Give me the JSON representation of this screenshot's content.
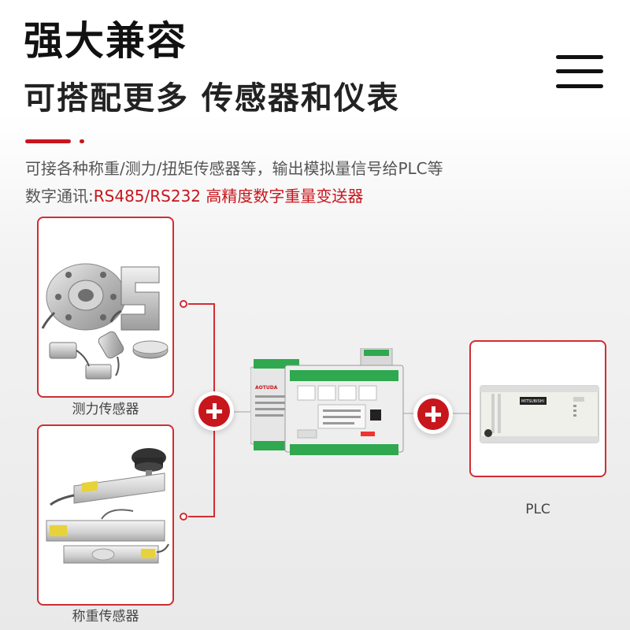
{
  "header": {
    "title": "强大兼容",
    "subtitle": "可搭配更多 传感器和仪表"
  },
  "description": {
    "line1": "可接各种称重/测力/扭矩传感器等，输出模拟量信号给PLC等",
    "line2_prefix": "数字通讯:",
    "line2_highlight": "RS485/RS232 高精度数字重量变送器"
  },
  "cards": {
    "force_sensor": {
      "caption": "测力传感器"
    },
    "weighing_sensor": {
      "caption": "称重传感器"
    },
    "plc": {
      "caption": "PLC",
      "brand": "MITSUBISHI"
    }
  },
  "device": {
    "brand": "AOTUDA"
  },
  "icons": {
    "menu": "hamburger-menu-icon",
    "plus": "plus-icon"
  },
  "colors": {
    "accent": "#c8161d",
    "border": "#d12d33",
    "text_gray": "#555555"
  }
}
